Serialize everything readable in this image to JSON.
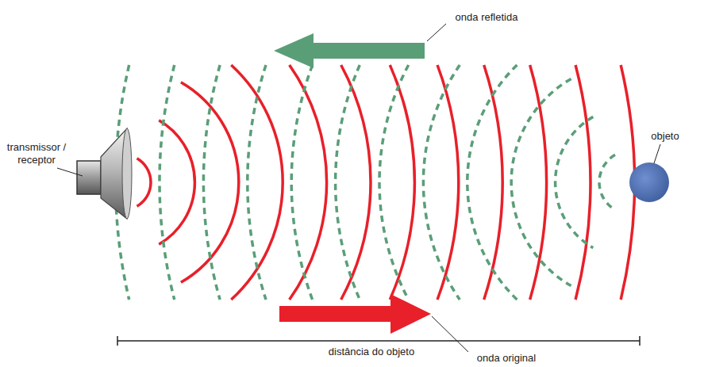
{
  "diagram": {
    "labels": [
      "onda refletida",
      "transmissor / receptor",
      "objeto",
      "distância do objeto",
      "onda original"
    ]
  }
}
